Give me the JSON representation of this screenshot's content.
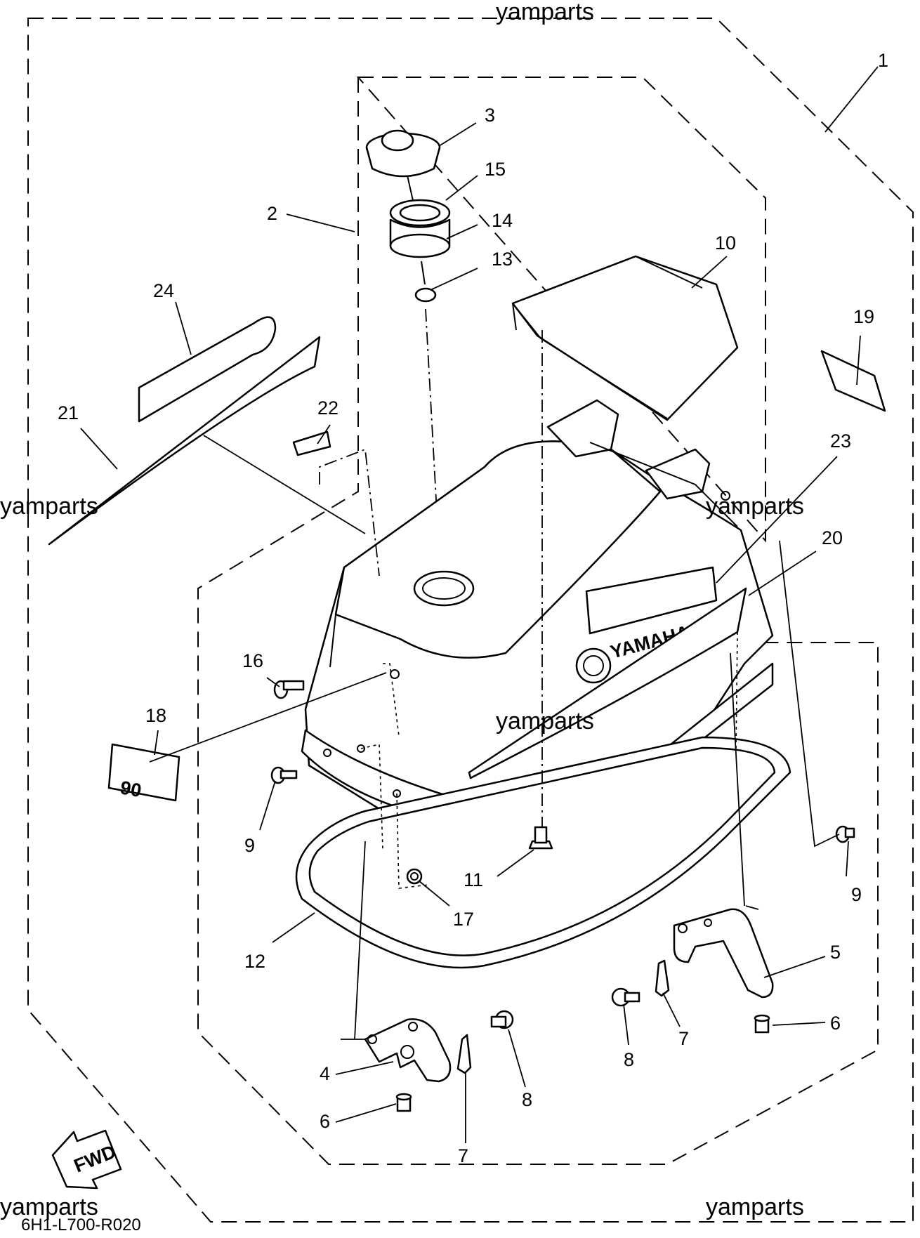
{
  "watermarks": [
    "yamparts",
    "yamparts",
    "yamparts",
    "yamparts",
    "yamparts",
    "yamparts"
  ],
  "diagram_code": "6H1-L700-R020",
  "direction_arrow_label": "FWD",
  "brand_decal_text": "YAMAHA",
  "model_emblem_text": "90",
  "callouts": [
    "1",
    "2",
    "3",
    "4",
    "5",
    "6",
    "6",
    "7",
    "7",
    "8",
    "8",
    "9",
    "9",
    "10",
    "11",
    "12",
    "13",
    "14",
    "15",
    "16",
    "17",
    "18",
    "19",
    "20",
    "21",
    "22",
    "23",
    "24"
  ]
}
